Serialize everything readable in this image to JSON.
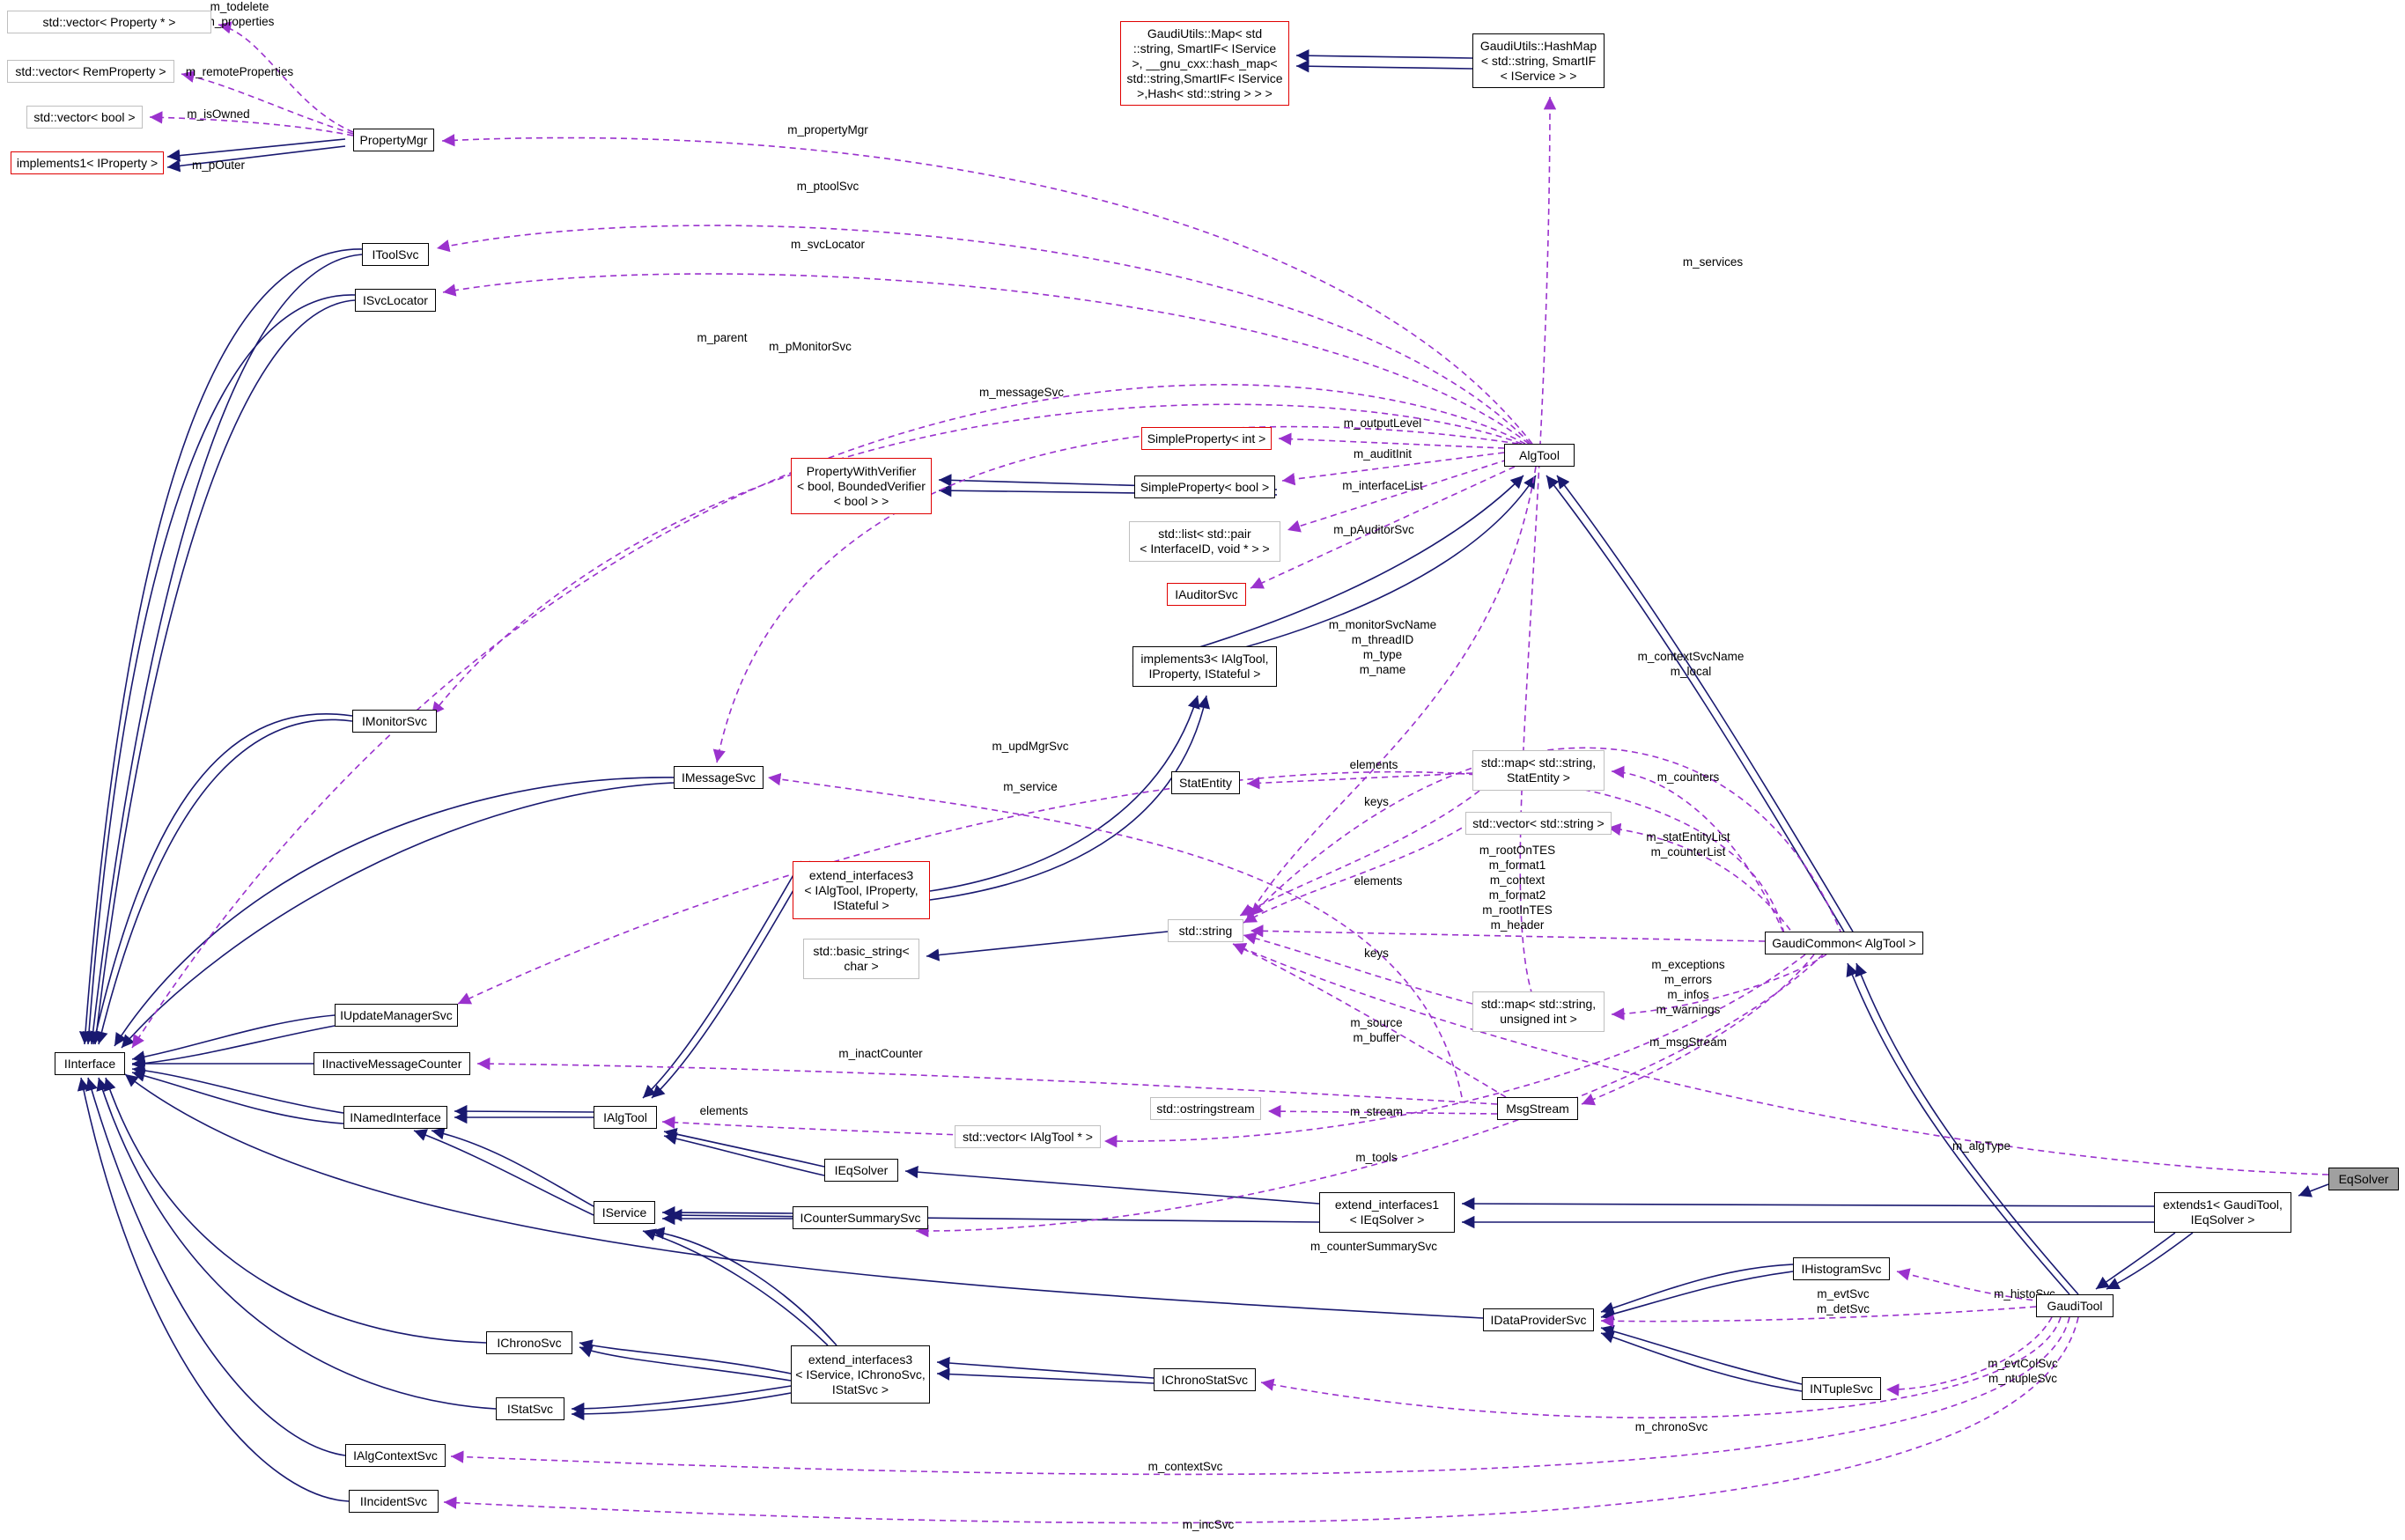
{
  "diagram": {
    "nodes": [
      {
        "id": "vecprop",
        "label": "std::vector< Property * >",
        "style": "gray"
      },
      {
        "id": "vecremprop",
        "label": "std::vector< RemProperty >",
        "style": "gray"
      },
      {
        "id": "vecbool",
        "label": "std::vector< bool >",
        "style": "gray"
      },
      {
        "id": "impl1",
        "label": "implements1< IProperty >",
        "style": "red"
      },
      {
        "id": "propmgr",
        "label": "PropertyMgr",
        "style": "black"
      },
      {
        "id": "itoolsvc",
        "label": "IToolSvc",
        "style": "black"
      },
      {
        "id": "isvcloc",
        "label": "ISvcLocator",
        "style": "black"
      },
      {
        "id": "imonitor",
        "label": "IMonitorSvc",
        "style": "black"
      },
      {
        "id": "imessage",
        "label": "IMessageSvc",
        "style": "black"
      },
      {
        "id": "iupdate",
        "label": "IUpdateManagerSvc",
        "style": "black"
      },
      {
        "id": "iinterface",
        "label": "IInterface",
        "style": "black"
      },
      {
        "id": "iinactive",
        "label": "IInactiveMessageCounter",
        "style": "black"
      },
      {
        "id": "inamed",
        "label": "INamedInterface",
        "style": "black"
      },
      {
        "id": "ialgtool",
        "label": "IAlgTool",
        "style": "black"
      },
      {
        "id": "iservice",
        "label": "IService",
        "style": "black"
      },
      {
        "id": "icountersum",
        "label": "ICounterSummarySvc",
        "style": "black"
      },
      {
        "id": "ichrono",
        "label": "IChronoSvc",
        "style": "black"
      },
      {
        "id": "istat",
        "label": "IStatSvc",
        "style": "black"
      },
      {
        "id": "ialgctx",
        "label": "IAlgContextSvc",
        "style": "black"
      },
      {
        "id": "iincident",
        "label": "IIncidentSvc",
        "style": "black"
      },
      {
        "id": "gumap",
        "label": "GaudiUtils::Map< std\n::string, SmartIF< IService\n>, __gnu_cxx::hash_map<\nstd::string,SmartIF< IService\n>,Hash< std::string > > >",
        "style": "red"
      },
      {
        "id": "guhash",
        "label": "GaudiUtils::HashMap\n< std::string, SmartIF\n< IService > >",
        "style": "black"
      },
      {
        "id": "simpint",
        "label": "SimpleProperty< int >",
        "style": "red"
      },
      {
        "id": "propverif",
        "label": "PropertyWithVerifier\n< bool, BoundedVerifier\n< bool > >",
        "style": "red"
      },
      {
        "id": "simpbool",
        "label": "SimpleProperty< bool >",
        "style": "black"
      },
      {
        "id": "stdlist",
        "label": "std::list< std::pair\n< InterfaceID, void * > >",
        "style": "gray"
      },
      {
        "id": "iauditor",
        "label": "IAuditorSvc",
        "style": "red"
      },
      {
        "id": "impl3",
        "label": "implements3< IAlgTool,\nIProperty, IStateful >",
        "style": "black"
      },
      {
        "id": "algtool",
        "label": "AlgTool",
        "style": "black"
      },
      {
        "id": "statentity",
        "label": "StatEntity",
        "style": "black"
      },
      {
        "id": "mapstat",
        "label": "std::map< std::string,\nStatEntity >",
        "style": "gray"
      },
      {
        "id": "vecstring",
        "label": "std::vector< std::string >",
        "style": "gray"
      },
      {
        "id": "extif3a",
        "label": "extend_interfaces3\n< IAlgTool, IProperty,\nIStateful >",
        "style": "red"
      },
      {
        "id": "basicstr",
        "label": "std::basic_string<\nchar >",
        "style": "gray"
      },
      {
        "id": "stdstring",
        "label": "std::string",
        "style": "gray"
      },
      {
        "id": "mapuint",
        "label": "std::map< std::string,\nunsigned int >",
        "style": "gray"
      },
      {
        "id": "ostream",
        "label": "std::ostringstream",
        "style": "gray"
      },
      {
        "id": "msgstream",
        "label": "MsgStream",
        "style": "black"
      },
      {
        "id": "vecalgtool",
        "label": "std::vector< IAlgTool * >",
        "style": "gray"
      },
      {
        "id": "ieqsolver",
        "label": "IEqSolver",
        "style": "black"
      },
      {
        "id": "gaudicommon",
        "label": "GaudiCommon< AlgTool >",
        "style": "black"
      },
      {
        "id": "extif1",
        "label": "extend_interfaces1\n< IEqSolver >",
        "style": "black"
      },
      {
        "id": "extends1",
        "label": "extends1< GaudiTool,\nIEqSolver >",
        "style": "black"
      },
      {
        "id": "eqsolver",
        "label": "EqSolver",
        "style": "focus"
      },
      {
        "id": "ihisto",
        "label": "IHistogramSvc",
        "style": "black"
      },
      {
        "id": "idataprov",
        "label": "IDataProviderSvc",
        "style": "black"
      },
      {
        "id": "gauditool",
        "label": "GaudiTool",
        "style": "black"
      },
      {
        "id": "extif3b",
        "label": "extend_interfaces3\n< IService, IChronoSvc,\nIStatSvc >",
        "style": "black"
      },
      {
        "id": "ichronostat",
        "label": "IChronoStatSvc",
        "style": "black"
      },
      {
        "id": "intuple",
        "label": "INTupleSvc",
        "style": "black"
      }
    ],
    "edge_labels": [
      "m_todelete\nm_properties",
      "m_remoteProperties",
      "m_isOwned",
      "m_pOuter",
      "m_propertyMgr",
      "m_ptoolSvc",
      "m_svcLocator",
      "m_parent",
      "m_pMonitorSvc",
      "m_messageSvc",
      "m_outputLevel",
      "m_auditInit",
      "m_interfaceList",
      "m_pAuditorSvc",
      "m_monitorSvcName\nm_threadID\nm_type\nm_name",
      "m_services",
      "m_contextSvcName\nm_local",
      "m_updMgrSvc",
      "m_service",
      "elements",
      "keys",
      "m_counters",
      "elements",
      "m_statEntityList\nm_counterList",
      "m_rootOnTES\nm_format1\nm_context\nm_format2\nm_rootInTES\nm_header",
      "keys",
      "m_exceptions\nm_errors\nm_infos\nm_warnings",
      "m_msgStream",
      "m_source\nm_buffer",
      "m_inactCounter",
      "m_stream",
      "elements",
      "m_tools",
      "m_algType",
      "m_counterSummarySvc",
      "m_histoSvc",
      "m_evtSvc\nm_detSvc",
      "m_evtColSvc\nm_ntupleSvc",
      "m_chronoSvc",
      "m_contextSvc",
      "m_incSvc"
    ]
  }
}
